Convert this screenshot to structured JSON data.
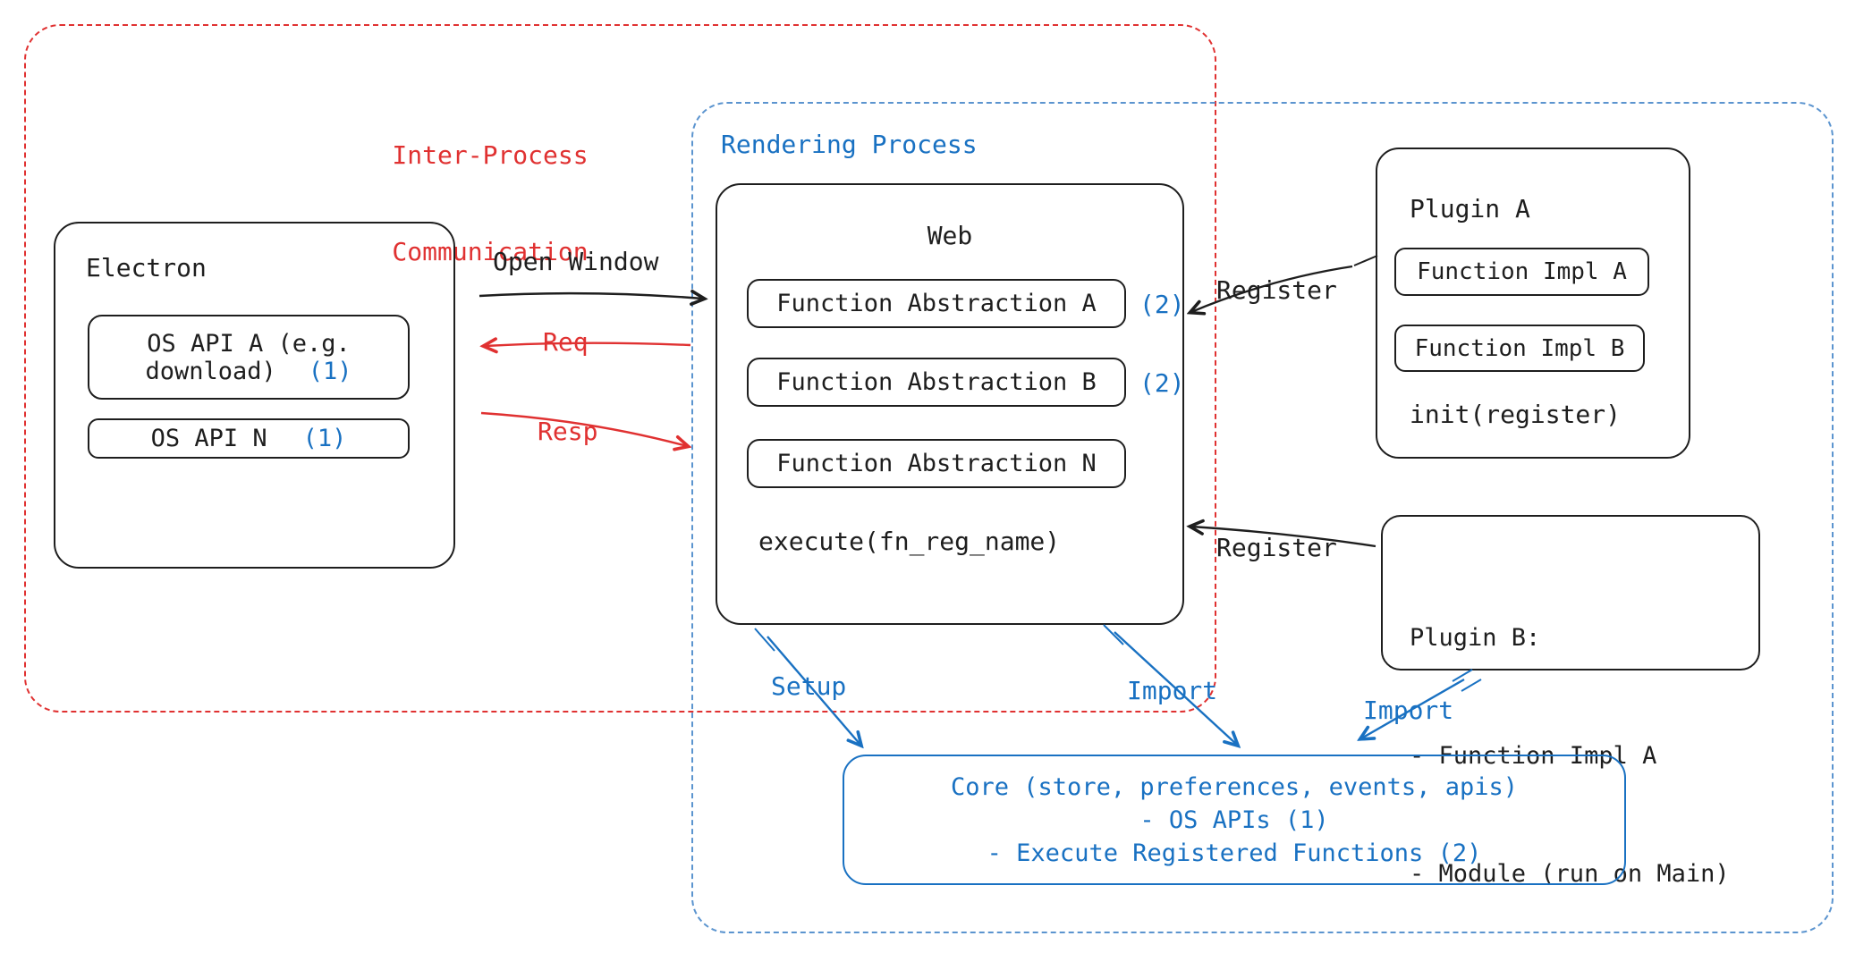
{
  "colors": {
    "red": "#e03131",
    "blue": "#1971c2",
    "black": "#1e1e1e"
  },
  "regions": {
    "ipc": {
      "label_line1": "Inter-Process",
      "label_line2": "Communication"
    },
    "rendering": {
      "label": "Rendering Process"
    }
  },
  "electron": {
    "title": "Electron",
    "os_api_a_line1": "OS API A (e.g.",
    "os_api_a_line2": "download)",
    "os_api_a_badge": "(1)",
    "os_api_n": "OS API N",
    "os_api_n_badge": "(1)"
  },
  "web": {
    "title": "Web",
    "fn_a": "Function Abstraction A",
    "fn_a_badge": "(2)",
    "fn_b": "Function Abstraction B",
    "fn_b_badge": "(2)",
    "fn_n": "Function Abstraction N",
    "execute": "execute(fn_reg_name)"
  },
  "plugin_a": {
    "title": "Plugin A",
    "impl_a": "Function Impl A",
    "impl_b": "Function Impl B",
    "init": "init(register)"
  },
  "plugin_b": {
    "title": "Plugin B:",
    "line1": "- Function Impl A",
    "line2": "- Module (run on Main)"
  },
  "core": {
    "line1": "Core (store, preferences, events, apis)",
    "line2": "- OS APIs (1)",
    "line3": "- Execute Registered Functions (2)"
  },
  "arrows": {
    "open_window": "Open Window",
    "req": "Req",
    "resp": "Resp",
    "register_a": "Register",
    "register_b": "Register",
    "setup": "Setup",
    "import_web": "Import",
    "import_plugin": "Import"
  }
}
